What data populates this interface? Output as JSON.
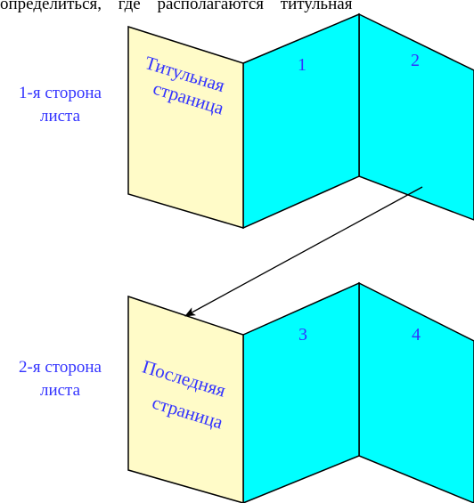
{
  "top_text": "определиться, где располагаются титульная",
  "colors": {
    "cover": "#FFFBC8",
    "inner_pages": "#00FFFF",
    "outline": "#000000",
    "label_text": "#3333FF"
  },
  "sheet_side_1": {
    "label_line1": "1-я сторона",
    "label_line2": "листа",
    "cover_line1": "Титульная",
    "cover_line2": "страница",
    "page_a": "1",
    "page_b": "2"
  },
  "sheet_side_2": {
    "label_line1": "2-я сторона",
    "label_line2": "листа",
    "cover_line1": "Последняя",
    "cover_line2": "страница",
    "page_a": "3",
    "page_b": "4"
  }
}
